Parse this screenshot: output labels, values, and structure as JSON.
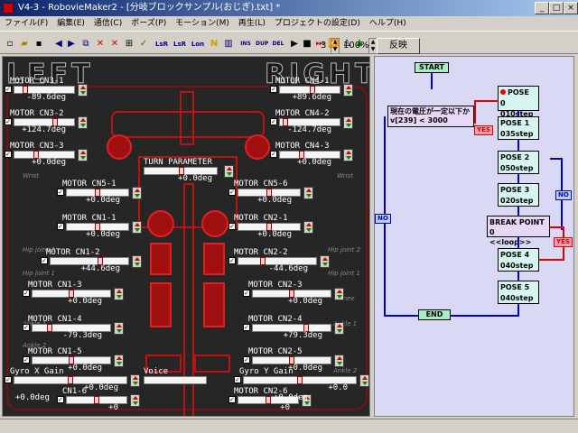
{
  "window": {
    "title": "V4-3 - RobovieMaker2 - [分岐ブロックサンプル(おじぎ).txt] *"
  },
  "menu": [
    "ファイル(F)",
    "編集(E)",
    "通信(C)",
    "ポーズ(P)",
    "モーション(M)",
    "再生(L)",
    "プロジェクトの設定(D)",
    "ヘルプ(H)"
  ],
  "toolbar": {
    "b1": "LsR",
    "b2": "LsR",
    "b3": "Lon",
    "b4": "INS",
    "b5": "DUP",
    "b6": "DEL",
    "zoom_step": "3",
    "zoom": "100%",
    "reflect": "反映"
  },
  "left": {
    "left_big": "LEFT",
    "right_big": "RIGHT",
    "turn": "TURN PARAMETER",
    "turn_val": "+0.0deg",
    "voice": "Voice",
    "side": {
      "wrist_l": "Wrist",
      "wrist_r": "Wrist",
      "hip2_l": "Hip joint 2",
      "hip2_r": "Hip joint 2",
      "hip1_l": "Hip joint 1",
      "hip1_r": "Hip joint 1",
      "knee": "Knee",
      "ankle1_l": "Ankle 1",
      "ankle1_r": "Ankle 1",
      "ankle2_l": "Ankle 2",
      "ankle2_r": "Ankle 2"
    },
    "motors": [
      {
        "n": "MOTOR CN3-1",
        "v": "-89.6deg",
        "t": 0.15
      },
      {
        "n": "MOTOR CN4-1",
        "v": "+89.6deg",
        "t": 0.55
      },
      {
        "n": "MOTOR CN3-2",
        "v": "+124.7deg",
        "t": 0.7
      },
      {
        "n": "MOTOR CN4-2",
        "v": "-124.7deg",
        "t": 0.05
      },
      {
        "n": "MOTOR CN3-3",
        "v": "+0.0deg",
        "t": 0.35
      },
      {
        "n": "MOTOR CN4-3",
        "v": "+0.0deg",
        "t": 0.35
      },
      {
        "n": "MOTOR CN5-1",
        "v": "+0.0deg",
        "t": 0.5
      },
      {
        "n": "MOTOR CN5-6",
        "v": "+0.0deg",
        "t": 0.5
      },
      {
        "n": "MOTOR CN1-1",
        "v": "+0.0deg",
        "t": 0.5
      },
      {
        "n": "MOTOR CN2-1",
        "v": "+0.0deg",
        "t": 0.5
      },
      {
        "n": "MOTOR CN1-2",
        "v": "+44.6deg",
        "t": 0.65
      },
      {
        "n": "MOTOR CN2-2",
        "v": "-44.6deg",
        "t": 0.3
      },
      {
        "n": "MOTOR CN1-3",
        "v": "+0.0deg",
        "t": 0.5
      },
      {
        "n": "MOTOR CN2-3",
        "v": "+0.0deg",
        "t": 0.5
      },
      {
        "n": "MOTOR CN1-4",
        "v": "-79.3deg",
        "t": 0.2
      },
      {
        "n": "MOTOR CN2-4",
        "v": "+79.3deg",
        "t": 0.7
      },
      {
        "n": "MOTOR CN1-5",
        "v": "+0.0deg",
        "t": 0.5
      },
      {
        "n": "MOTOR CN2-5",
        "v": "+0.0deg",
        "t": 0.5
      },
      {
        "n": "Gyro X Gain",
        "v": "+0.0deg",
        "t": 0.5
      },
      {
        "n": "Gyro Y Gain",
        "v": "+0.0",
        "t": 0.5
      },
      {
        "n": "CN1-6",
        "v": "+0",
        "t": 0.5
      },
      {
        "n": "MOTOR CN2-6",
        "v": "+0",
        "t": 0.5
      }
    ],
    "motor_cn1_6_val": "+0.0deg",
    "motor_cn2_6_val": "+0.0deg"
  },
  "flow": {
    "start": "START",
    "end": "END",
    "cond_title": "現在の電圧が一定以下か",
    "cond_expr": "v[239] < 3000",
    "pose0": "POSE 0",
    "pose0s": "010step",
    "pose1": "POSE 1",
    "pose1s": "035step",
    "pose2": "POSE 2",
    "pose2s": "050step",
    "pose3": "POSE 3",
    "pose3s": "020step",
    "break": "BREAK POINT 0",
    "loop": "<<loop>>",
    "pose4": "POSE 4",
    "pose4s": "040step",
    "pose5": "POSE 5",
    "pose5s": "040step",
    "yes1": "YES",
    "yes2": "YES",
    "no1": "NO",
    "no2": "NO"
  }
}
